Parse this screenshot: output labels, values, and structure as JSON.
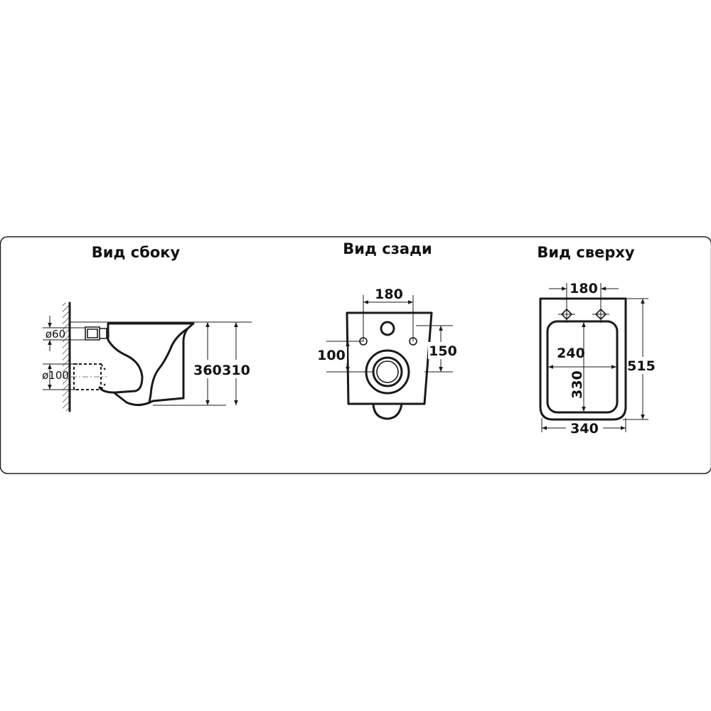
{
  "views": {
    "side": {
      "title": "Вид сбоку",
      "dims": {
        "pipe_small": "ø60",
        "pipe_large": "ø100",
        "height_total": "360",
        "height_rim": "310"
      }
    },
    "back": {
      "title": "Вид сзади",
      "dims": {
        "hole_spacing": "180",
        "drain_height": "100",
        "hole_height": "150"
      }
    },
    "top": {
      "title": "Вид сверху",
      "dims": {
        "hole_spacing": "180",
        "bowl_width": "240",
        "bowl_length": "330",
        "total_length": "515",
        "total_width": "340"
      }
    }
  }
}
